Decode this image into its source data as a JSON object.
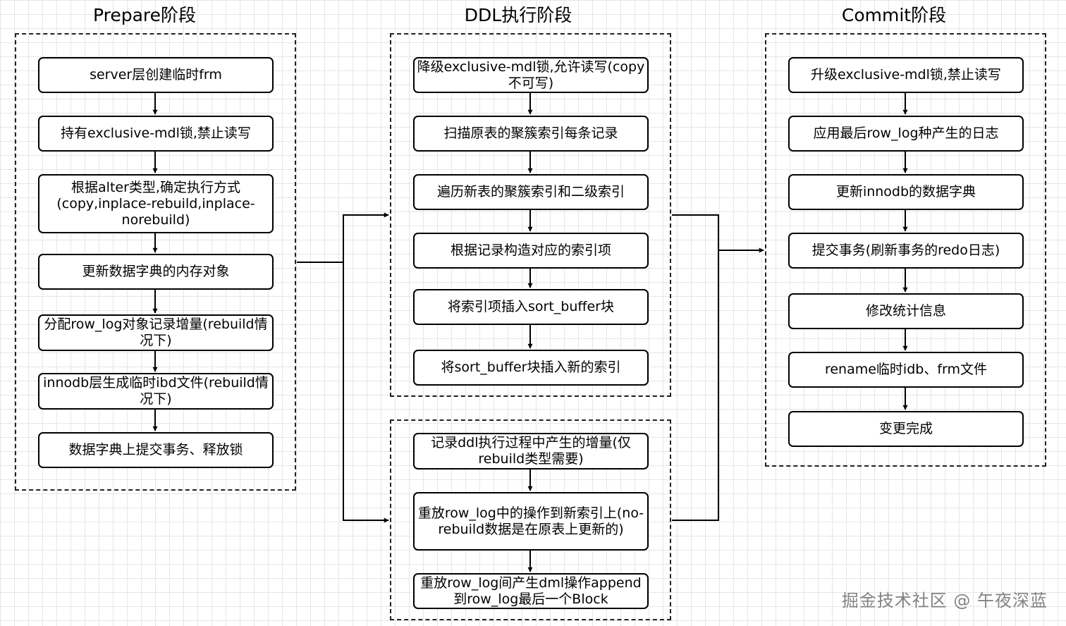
{
  "stages": {
    "prepare": {
      "title": "Prepare阶段",
      "steps": [
        "server层创建临时frm",
        "持有exclusive-mdl锁,禁止读写",
        "根据alter类型,确定执行方式(copy,inplace-rebuild,inplace-norebuild)",
        "更新数据字典的内存对象",
        "分配row_log对象记录增量(rebuild情况下)",
        "innodb层生成临时ibd文件(rebuild情况下)",
        "数据字典上提交事务、释放锁"
      ]
    },
    "ddl": {
      "title": "DDL执行阶段",
      "steps": [
        "降级exclusive-mdl锁,允许读写(copy不可写)",
        "扫描原表的聚簇索引每条记录",
        "遍历新表的聚簇索引和二级索引",
        "根据记录构造对应的索引项",
        "将索引项插入sort_buffer块",
        "将sort_buffer块插入新的索引"
      ]
    },
    "log": {
      "steps": [
        "记录ddl执行过程中产生的增量(仅rebuild类型需要)",
        "重放row_log中的操作到新索引上(no-rebuild数据是在原表上更新的)",
        "重放row_log间产生dml操作append到row_log最后一个Block"
      ]
    },
    "commit": {
      "title": "Commit阶段",
      "steps": [
        "升级exclusive-mdl锁,禁止读写",
        "应用最后row_log种产生的日志",
        "更新innodb的数据字典",
        "提交事务(刷新事务的redo日志)",
        "修改统计信息",
        "rename临时idb、frm文件",
        "变更完成"
      ]
    }
  },
  "watermark": "掘金技术社区 @ 午夜深蓝"
}
